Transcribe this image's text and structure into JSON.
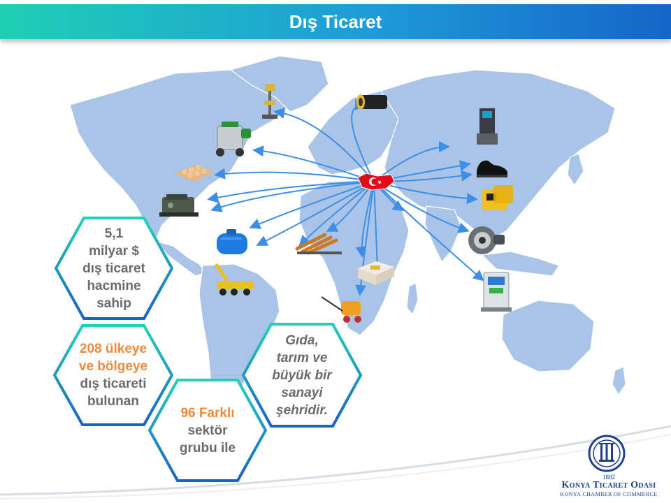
{
  "slide": {
    "title": "Dış Ticaret"
  },
  "colors": {
    "title_gradient_start": "#1fcfb4",
    "title_gradient_end": "#1565c8",
    "map_land": "#a9c4e6",
    "arrow": "#3d8ee6",
    "highlight_text": "#f08a3a",
    "body_text": "#6b6b6b",
    "logo_blue": "#1f3f8f"
  },
  "map": {
    "origin_marker": "turkey-flag-icon",
    "products": [
      {
        "name": "drill-press-icon"
      },
      {
        "name": "pipe-icon"
      },
      {
        "name": "milking-machine-icon"
      },
      {
        "name": "egg-tray-icon"
      },
      {
        "name": "engine-icon"
      },
      {
        "name": "water-tank-icon"
      },
      {
        "name": "crane-icon"
      },
      {
        "name": "steel-pipes-icon"
      },
      {
        "name": "food-box-icon"
      },
      {
        "name": "sprayer-icon"
      },
      {
        "name": "band-saw-icon"
      },
      {
        "name": "shoe-icon"
      },
      {
        "name": "welding-machine-icon"
      },
      {
        "name": "brake-part-icon"
      },
      {
        "name": "fuel-pump-icon"
      }
    ]
  },
  "hexagons": [
    {
      "id": "trade-volume",
      "lines": [
        "5,1",
        "milyar $",
        "dış ticaret",
        "hacmine",
        "sahip"
      ]
    },
    {
      "id": "countries",
      "highlight_lines": [
        "208 ülkeye",
        "ve bölgeye"
      ],
      "lines": [
        "dış ticareti",
        "bulunan"
      ]
    },
    {
      "id": "sectors",
      "highlight_lines": [
        "96 Farklı"
      ],
      "lines": [
        "sektör",
        "grubu ile"
      ]
    },
    {
      "id": "city",
      "lines": [
        "Gıda,",
        "tarım ve",
        "büyük bir",
        "sanayi",
        "şehridir."
      ]
    }
  ],
  "logo": {
    "year": "1882",
    "name": "Konya Ticaret Odası",
    "subtitle": "KONYA CHAMBER OF COMMERCE",
    "emblem": "ktd-emblem-icon"
  }
}
